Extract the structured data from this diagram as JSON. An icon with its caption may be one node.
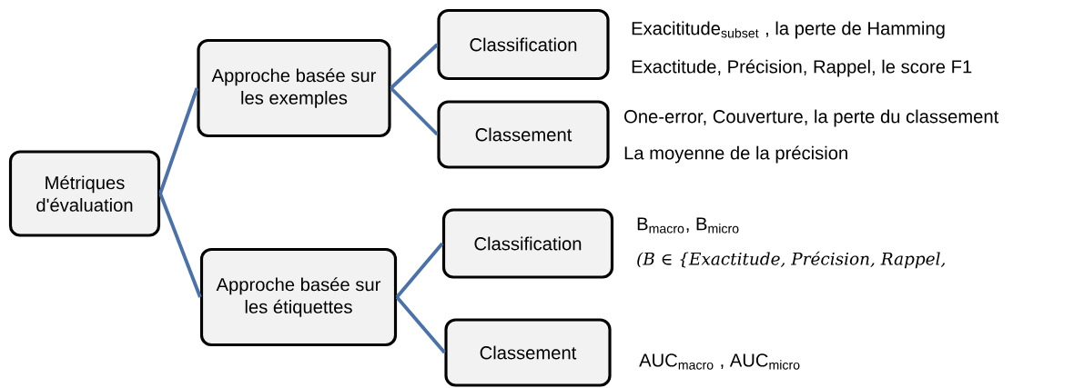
{
  "diagram": {
    "nodes": [
      {
        "text": [
          "Métriques d'évaluation"
        ]
      },
      {
        "text": [
          "Approche basée sur les exemples"
        ]
      },
      {
        "text": [
          "Classification"
        ],
        "beside": [
          "Exacititude$_{subset}$ , la perte de Hamming",
          "Exactitude, Précision, Rappel, le score F1"
        ]
      },
      {
        "text": [
          "Classement"
        ],
        "beside": [
          "One-error, Couverture, la perte du classement",
          "La moyenne de la précision"
        ]
      },
      {
        "text": [
          "Approche basée sur les étiquettes"
        ]
      },
      {
        "text": [
          "Classification"
        ],
        "beside": [
          "B$_{macro}$, B$_{micro}$",
          "(B ∈ {Exactitude, Précision, Rappel,"
        ]
      },
      {
        "text": [
          "Classement"
        ],
        "beside": [
          "AUC$_{macro}$ , AUC$_{micro}$"
        ]
      }
    ],
    "edges": [
      {
        "from": 0,
        "to": 1,
        "arrow": "none"
      },
      {
        "from": 0,
        "to": 4,
        "arrow": "none"
      },
      {
        "from": 1,
        "to": 2,
        "arrow": "none"
      },
      {
        "from": 1,
        "to": 3,
        "arrow": "none"
      },
      {
        "from": 4,
        "to": 5,
        "arrow": "none"
      },
      {
        "from": 4,
        "to": 6,
        "arrow": "none"
      }
    ]
  }
}
